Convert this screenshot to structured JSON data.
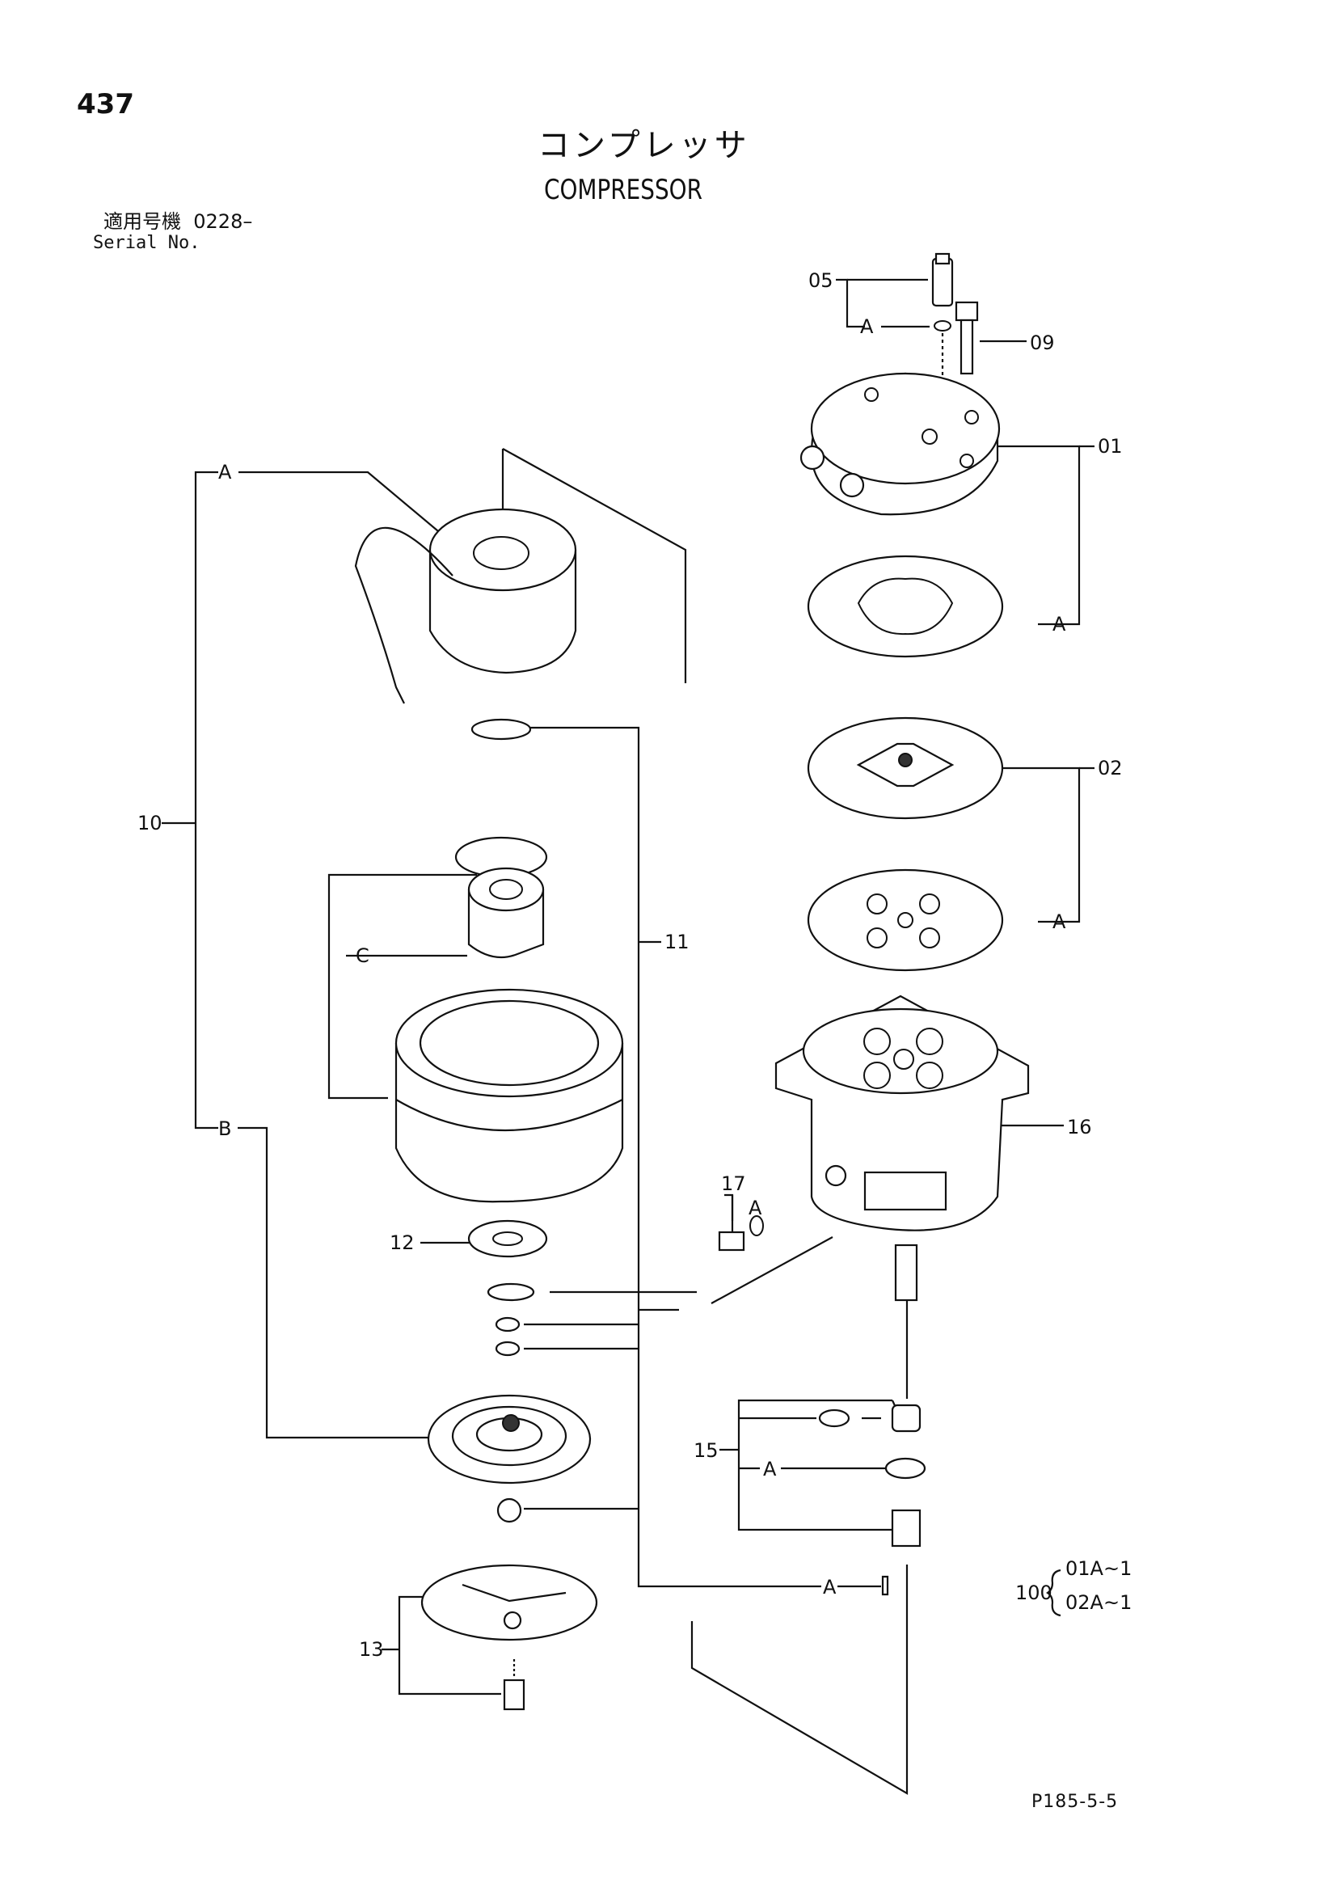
{
  "page_number": "437",
  "title_jp": "コンプレッサ",
  "title_en": "COMPRESSOR",
  "serial": {
    "label_jp": "適用号機",
    "value": "0228–",
    "label_en": "Serial No."
  },
  "callouts": {
    "p01": "01",
    "p02": "02",
    "p05": "05",
    "p09": "09",
    "p10": "10",
    "p11": "11",
    "p12": "12",
    "p13": "13",
    "p15": "15",
    "p16": "16",
    "p17": "17",
    "A": "A",
    "B": "B",
    "C": "C"
  },
  "kit": {
    "number": "100",
    "line1": "01A~1",
    "line2": "02A~1"
  },
  "footer_code": "P185-5-5"
}
